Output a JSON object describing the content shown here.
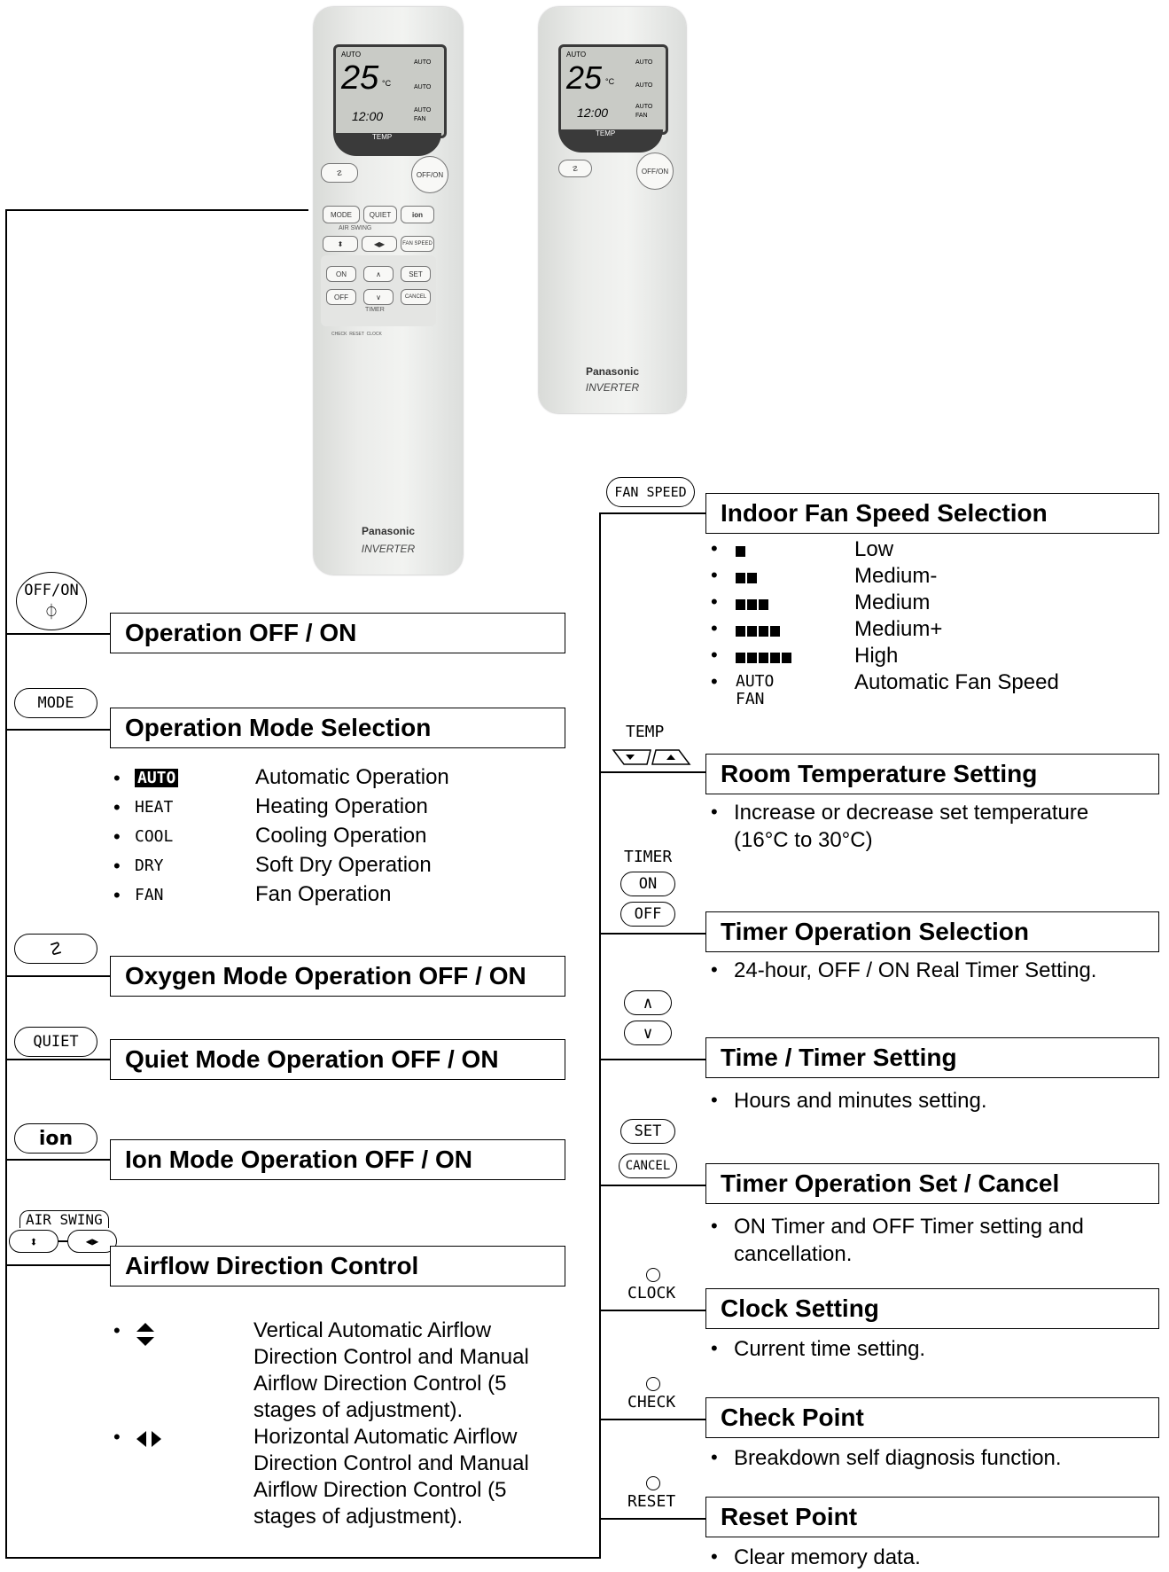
{
  "remote_images": {
    "lcd_mode": "AUTO",
    "lcd_temp": "25",
    "lcd_unit": "°C",
    "lcd_time": "12:00",
    "lcd_auto1": "AUTO",
    "lcd_auto2": "AUTO",
    "lcd_auto3": "AUTO",
    "lcd_fan": "FAN",
    "temp_label": "TEMP",
    "offon_label": "OFF/ON",
    "btn_mode": "MODE",
    "btn_quiet": "QUIET",
    "btn_ion": "ion",
    "air_swing": "AIR SWING",
    "fan_speed": "FAN SPEED",
    "btn_on": "ON",
    "btn_set": "SET",
    "btn_off": "OFF",
    "btn_cancel": "CANCEL",
    "timer": "TIMER",
    "check_reset_clock": "CHECK  RESET  CLOCK",
    "brand": "Panasonic",
    "inverter": "INVERTER"
  },
  "left": {
    "offon_icon_label": "OFF/ON",
    "offon_icon_symbol": "⏀",
    "operation_offon": "Operation OFF / ON",
    "mode_icon": "MODE",
    "mode_title": "Operation Mode Selection",
    "modes": [
      {
        "icon": "AUTO",
        "label": "Automatic Operation"
      },
      {
        "icon": "HEAT",
        "label": "Heating Operation"
      },
      {
        "icon": "COOL",
        "label": "Cooling Operation"
      },
      {
        "icon": "DRY",
        "label": "Soft Dry Operation"
      },
      {
        "icon": "FAN",
        "label": "Fan Operation"
      }
    ],
    "oxygen_icon": "☡",
    "oxygen_title": "Oxygen Mode Operation OFF / ON",
    "quiet_icon": "QUIET",
    "quiet_title": "Quiet Mode Operation OFF / ON",
    "ion_icon": "ion",
    "ion_title": "Ion Mode Operation OFF / ON",
    "airswing_icon": "AIR SWING",
    "airflow_title": "Airflow Direction Control",
    "airflow_items": [
      {
        "icon": "vertical-arrows",
        "text": "Vertical Automatic Airflow Direction Control and Manual Airflow Direction Control (5 stages of adjustment)."
      },
      {
        "icon": "horizontal-arrows",
        "text": "Horizontal Automatic Airflow Direction Control and Manual Airflow Direction Control (5 stages of adjustment)."
      }
    ]
  },
  "right": {
    "fanspeed_icon": "FAN SPEED",
    "fanspeed_title": "Indoor Fan Speed Selection",
    "fan_levels": [
      {
        "bars": 1,
        "label": "Low"
      },
      {
        "bars": 2,
        "label": "Medium-"
      },
      {
        "bars": 3,
        "label": "Medium"
      },
      {
        "bars": 4,
        "label": "Medium+"
      },
      {
        "bars": 5,
        "label": "High"
      },
      {
        "bars": 0,
        "icon1": "AUTO",
        "icon2": "FAN",
        "label": "Automatic Fan Speed"
      }
    ],
    "temp_icon": "TEMP",
    "temp_title": "Room Temperature Setting",
    "temp_desc1": "Increase or decrease set temperature",
    "temp_desc2": "(16°C to 30°C)",
    "timer_icon": "TIMER",
    "timer_on": "ON",
    "timer_off": "OFF",
    "timer_title": "Timer Operation Selection",
    "timer_desc": "24-hour, OFF / ON Real Timer Setting.",
    "time_title": "Time / Timer Setting",
    "time_desc": "Hours and minutes setting.",
    "set_icon": "SET",
    "cancel_icon": "CANCEL",
    "setcancel_title": "Timer Operation Set / Cancel",
    "setcancel_desc1": "ON Timer and OFF Timer setting and",
    "setcancel_desc2": "cancellation.",
    "clock_icon": "CLOCK",
    "clock_title": "Clock Setting",
    "clock_desc": "Current time setting.",
    "check_icon": "CHECK",
    "check_title": "Check Point",
    "check_desc": "Breakdown self diagnosis function.",
    "reset_icon": "RESET",
    "reset_title": "Reset Point",
    "reset_desc": "Clear memory data."
  }
}
